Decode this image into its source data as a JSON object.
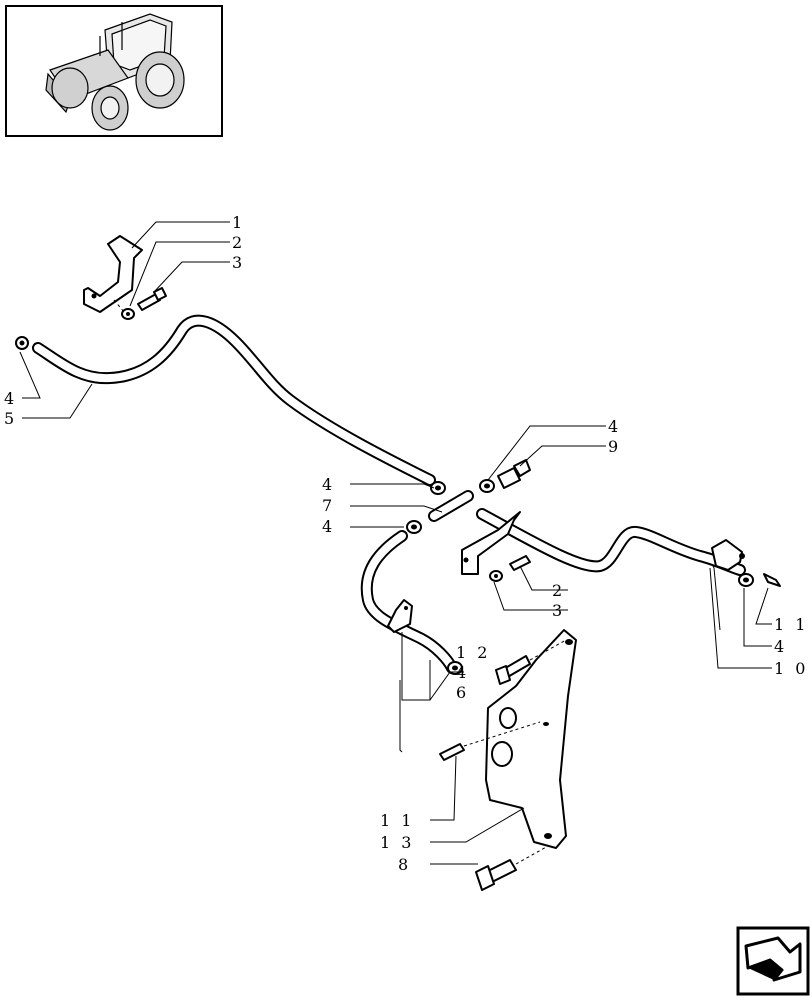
{
  "callouts": {
    "c1": "1",
    "c2a": "2",
    "c3a": "3",
    "c4a": "4",
    "c5": "5",
    "c4b": "4",
    "c9": "9",
    "c4c": "4",
    "c7": "7",
    "c4d": "4",
    "c2b": "2",
    "c3b": "3",
    "c12": "1 2",
    "c4e": "4",
    "c6": "6",
    "c11a": "1 1",
    "c4f": "4",
    "c10": "1 0",
    "c11b": "1 1",
    "c13": "1 3",
    "c8": "8"
  }
}
